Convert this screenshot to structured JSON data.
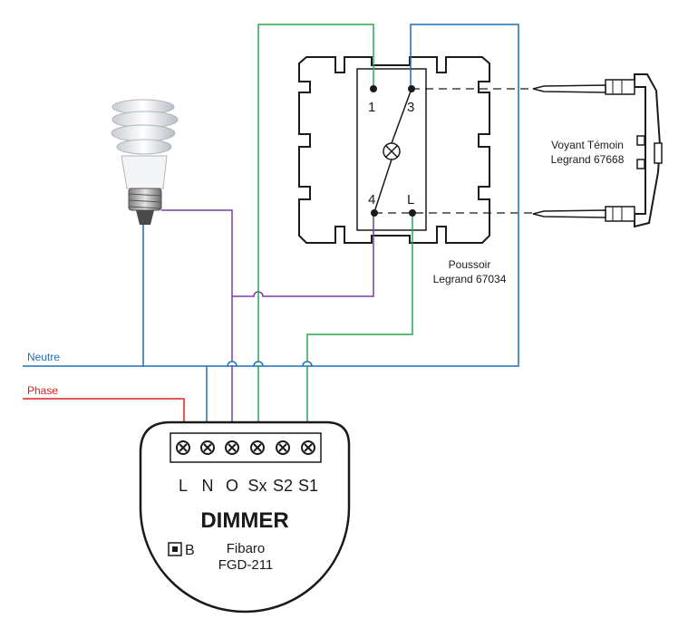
{
  "wires": {
    "neutre_label": "Neutre",
    "phase_label": "Phase"
  },
  "switch": {
    "terminal_1": "1",
    "terminal_3": "3",
    "terminal_4": "4",
    "terminal_L": "L",
    "name_line1": "Poussoir",
    "name_line2": "Legrand 67034"
  },
  "indicator": {
    "name_line1": "Voyant Témoin",
    "name_line2": "Legrand 67668"
  },
  "dimmer": {
    "terminals": [
      "L",
      "N",
      "O",
      "Sx",
      "S2",
      "S1"
    ],
    "title": "DIMMER",
    "button_label": "B",
    "brand": "Fibaro",
    "model": "FGD-211"
  },
  "colors": {
    "neutral": "#1f6fb5",
    "phase": "#e02020",
    "purple": "#7a3aa8",
    "green": "#2aa84a",
    "outline": "#1a1a1a"
  }
}
